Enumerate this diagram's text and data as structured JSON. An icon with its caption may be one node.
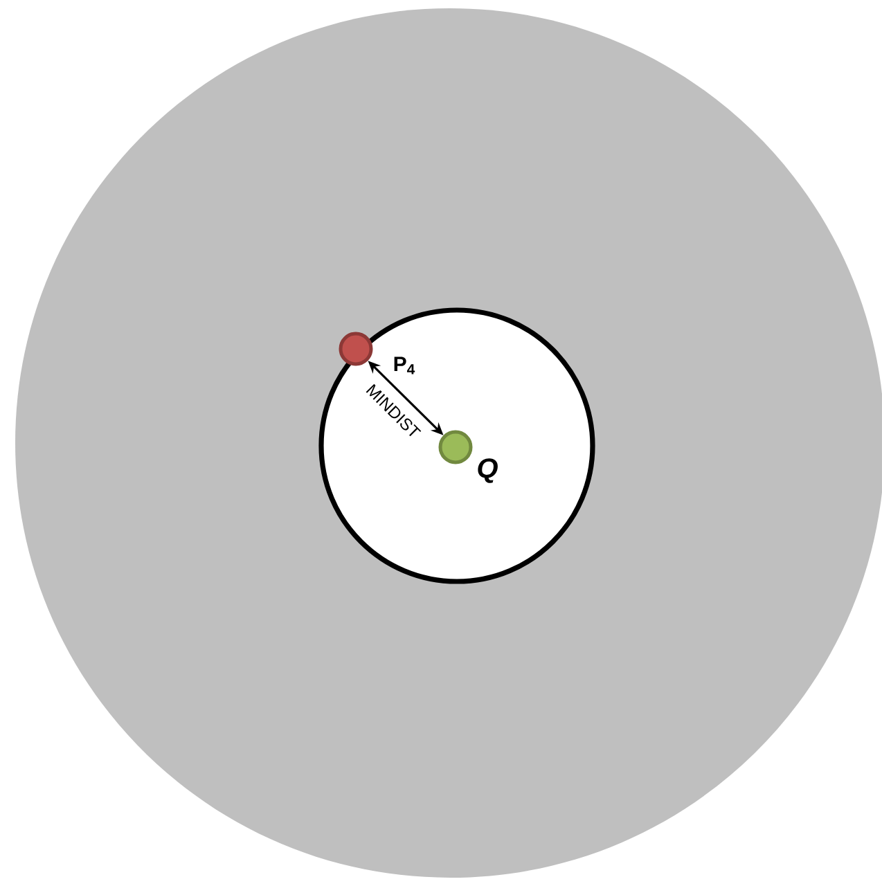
{
  "diagram": {
    "nodes": [
      {
        "text": [],
        "shape": "circle"
      },
      {
        "text": [],
        "shape": "circle",
        "in": 0
      },
      {
        "text": [],
        "shape": "circle",
        "beside": [
          "P$_{4}$"
        ],
        "in": 0
      },
      {
        "text": [],
        "shape": "circle",
        "beside": [
          "Q"
        ],
        "in": 1
      }
    ],
    "edges": [
      {
        "from": 3,
        "to": 2,
        "arrow": "both",
        "label": "MINDIST"
      }
    ]
  }
}
